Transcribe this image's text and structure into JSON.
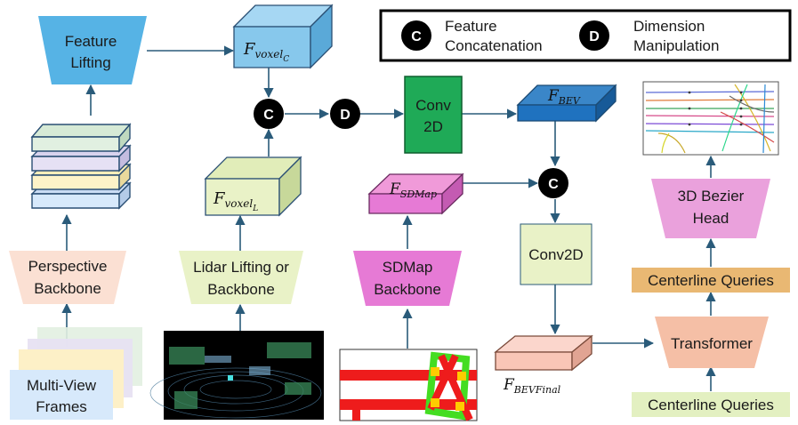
{
  "legend": {
    "c_letter": "C",
    "c_line1": "Feature",
    "c_line2": "Concatenation",
    "d_letter": "D",
    "d_line1": "Dimension",
    "d_line2": "Manipulation"
  },
  "nodes": {
    "feature_lifting": [
      "Feature",
      "Lifting"
    ],
    "perspective_backbone": [
      "Perspective",
      "Backbone"
    ],
    "multiview_frames": [
      "Multi-View",
      "Frames"
    ],
    "lidar_backbone": [
      "Lidar Lifting or",
      "Backbone"
    ],
    "sdmap_backbone": [
      "SDMap",
      "Backbone"
    ],
    "conv2d_a": [
      "Conv",
      "2D"
    ],
    "conv2d_b": "Conv2D",
    "transformer": "Transformer",
    "centerline_queries_top": "Centerline Queries",
    "centerline_queries_bottom": "Centerline Queries",
    "bezier_head": [
      "3D Bezier",
      "Head"
    ]
  },
  "features": {
    "voxel_c": {
      "main": "F",
      "sub": "voxel",
      "subsub": "C"
    },
    "voxel_l": {
      "main": "F",
      "sub": "voxel",
      "subsub": "L"
    },
    "bev": {
      "main": "F",
      "sub": "BEV"
    },
    "sdmap": {
      "main": "F",
      "sub": "SDMap"
    },
    "bev_final": {
      "main": "F",
      "sub": "BEVFinal"
    }
  },
  "ops": {
    "concat_1": "C",
    "dim_manip": "D",
    "concat_2": "C"
  },
  "colors": {
    "blue": "#56b3e5",
    "blue_dark": "#2f8fc8",
    "peach": "#fbe0d3",
    "lime": "#e9f2c7",
    "magenta": "#e67ad5",
    "green": "#1faa57",
    "orange": "#e9b873",
    "pink": "#f2a98a",
    "lightblue": "#d7e9fb"
  }
}
